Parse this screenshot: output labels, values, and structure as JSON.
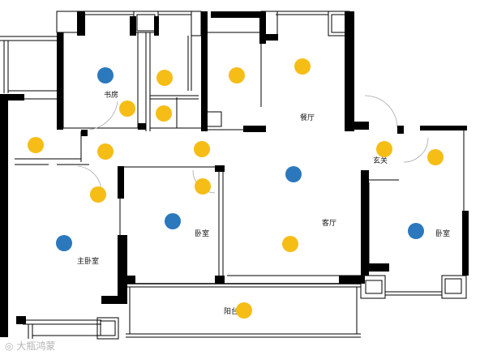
{
  "colors": {
    "blue_marker": "#2b78bd",
    "yellow_marker": "#f6bd16",
    "wall": "#000000"
  },
  "rooms": {
    "study": "书房",
    "dining": "餐厅",
    "entrance": "玄关",
    "bedroom_center": "卧室",
    "living": "客厅",
    "bedroom_right": "卧室",
    "master_bedroom": "主卧室",
    "balcony": "阳台"
  },
  "watermark": "大瓶鸿蒙"
}
